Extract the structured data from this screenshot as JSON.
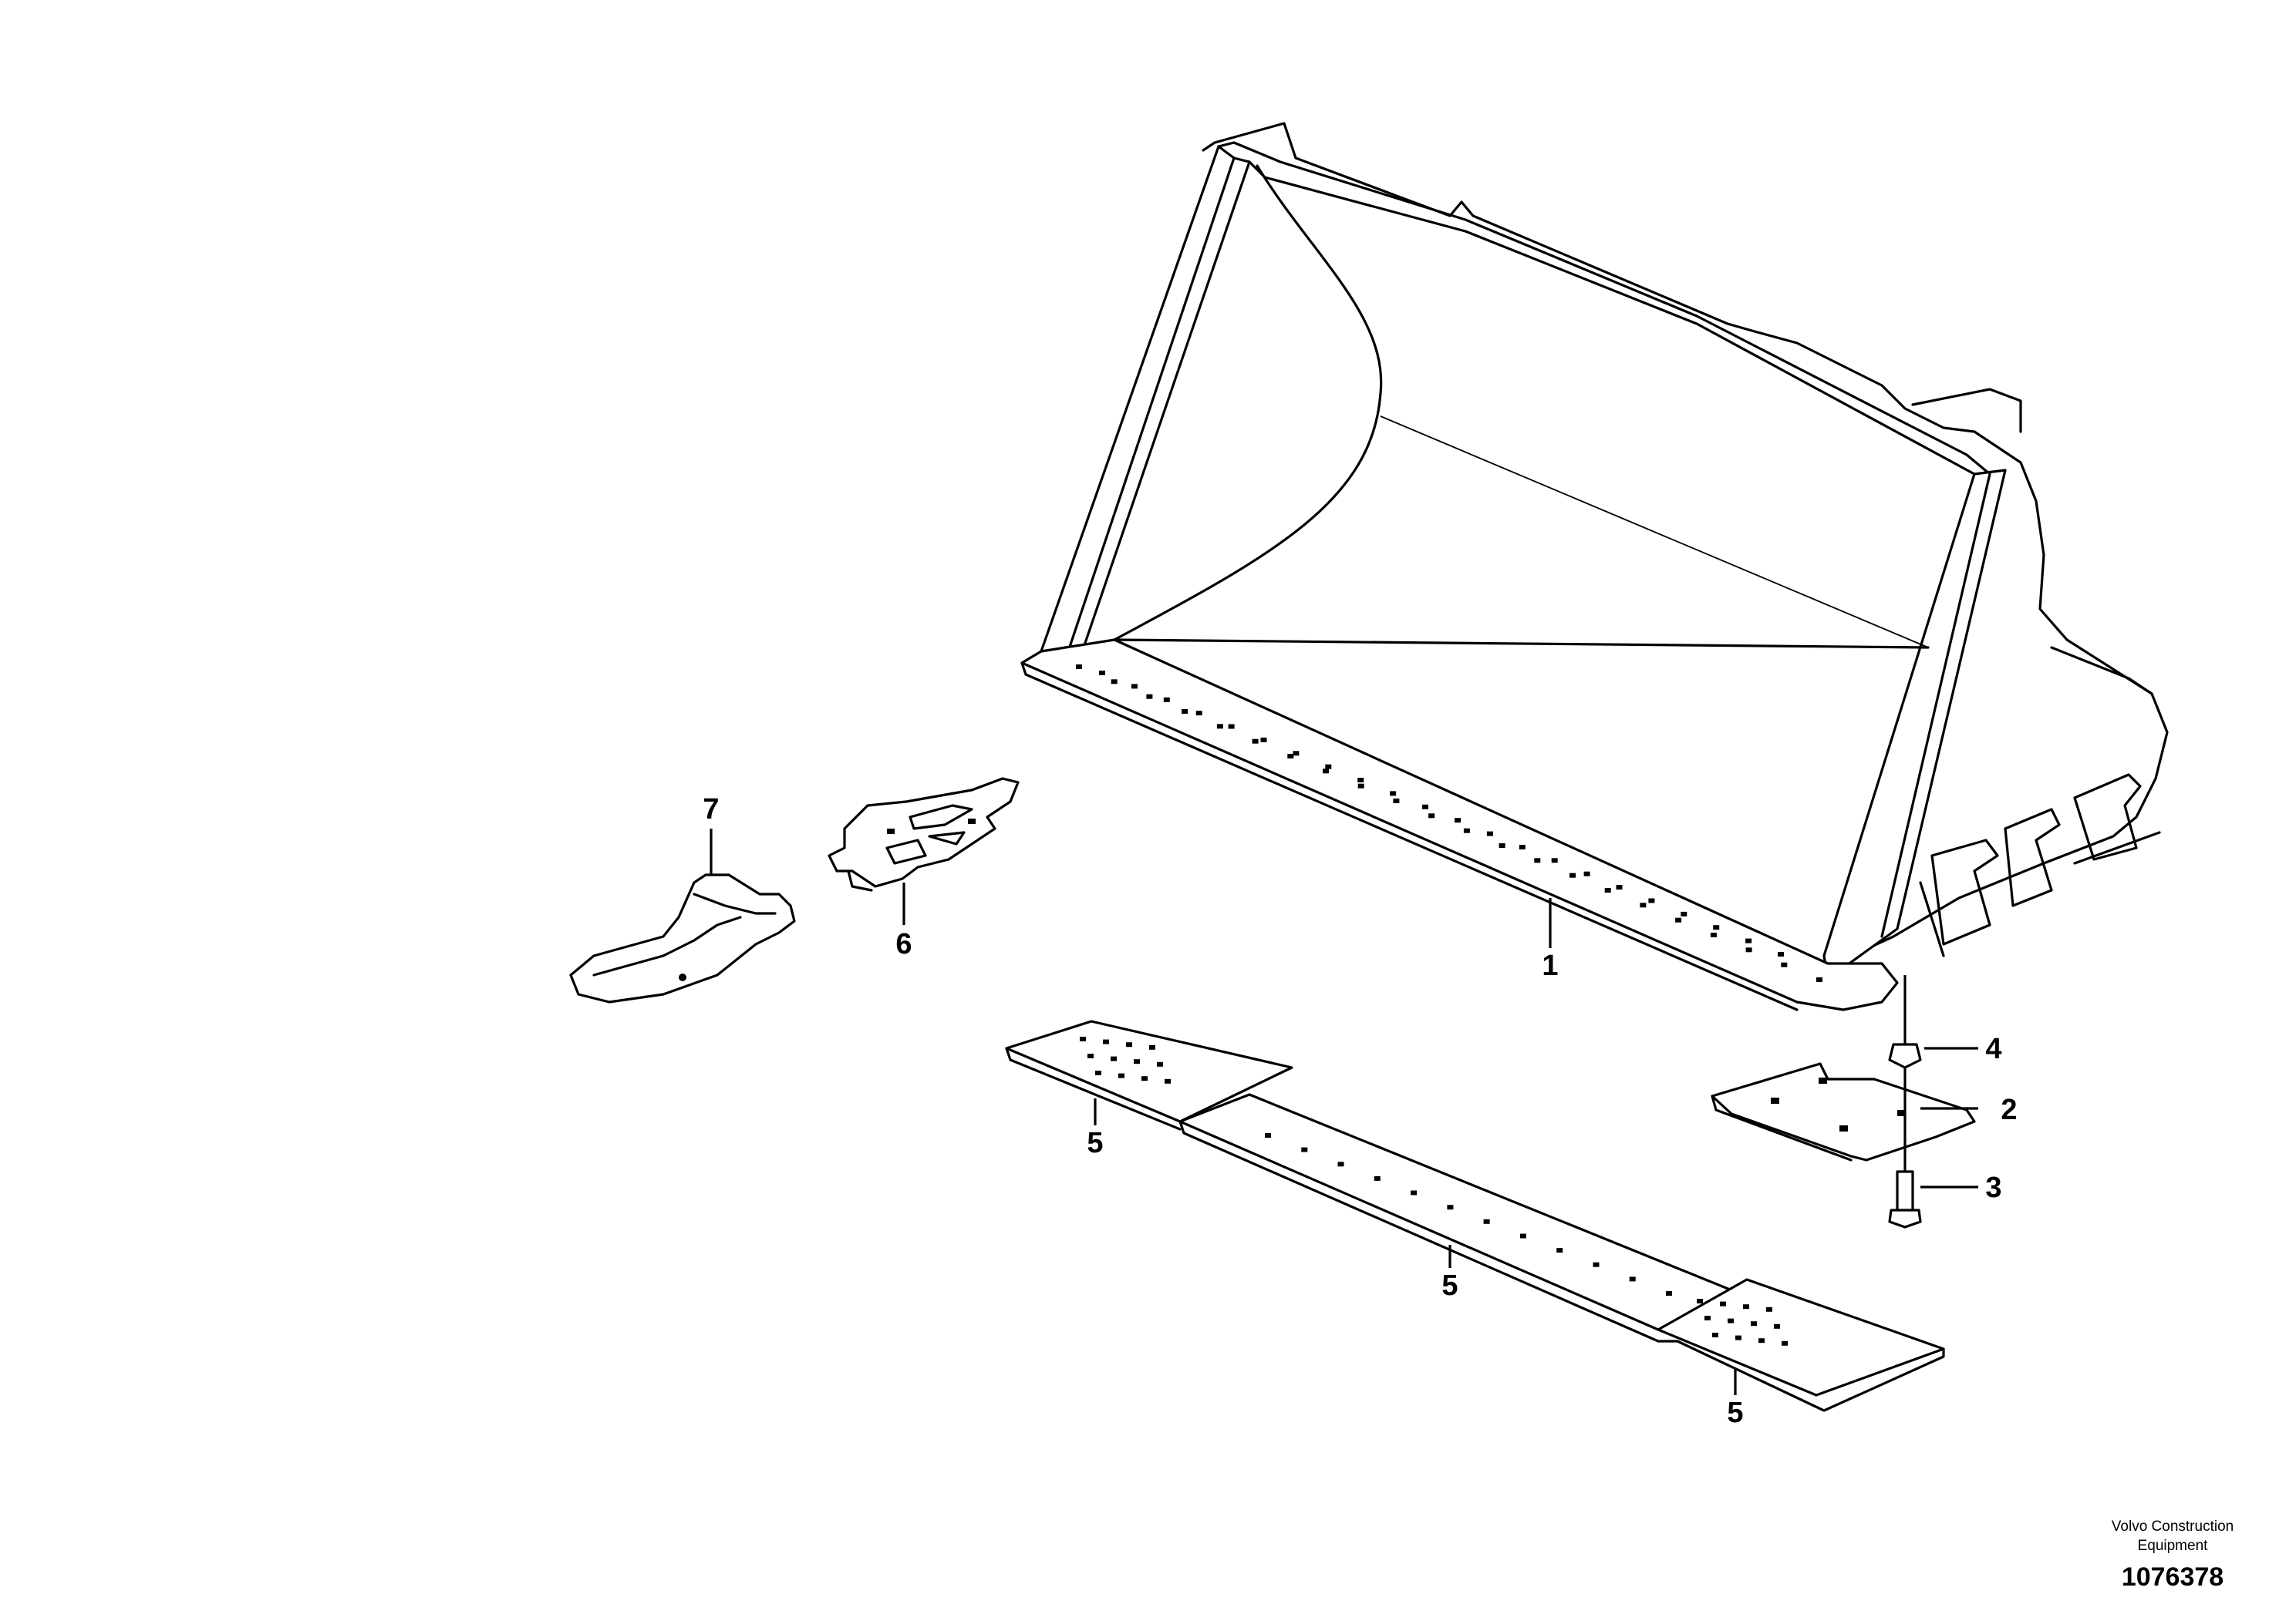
{
  "callouts": [
    {
      "id": "bucket",
      "label": "1"
    },
    {
      "id": "wear-plate",
      "label": "2"
    },
    {
      "id": "bolt",
      "label": "3"
    },
    {
      "id": "nut",
      "label": "4"
    },
    {
      "id": "edge-left",
      "label": "5"
    },
    {
      "id": "edge-middle",
      "label": "5"
    },
    {
      "id": "edge-right",
      "label": "5"
    },
    {
      "id": "tooth-adapter",
      "label": "6"
    },
    {
      "id": "tooth",
      "label": "7"
    }
  ],
  "footer": {
    "company_line1": "Volvo Construction",
    "company_line2": "Equipment",
    "drawing_number": "1076378"
  }
}
